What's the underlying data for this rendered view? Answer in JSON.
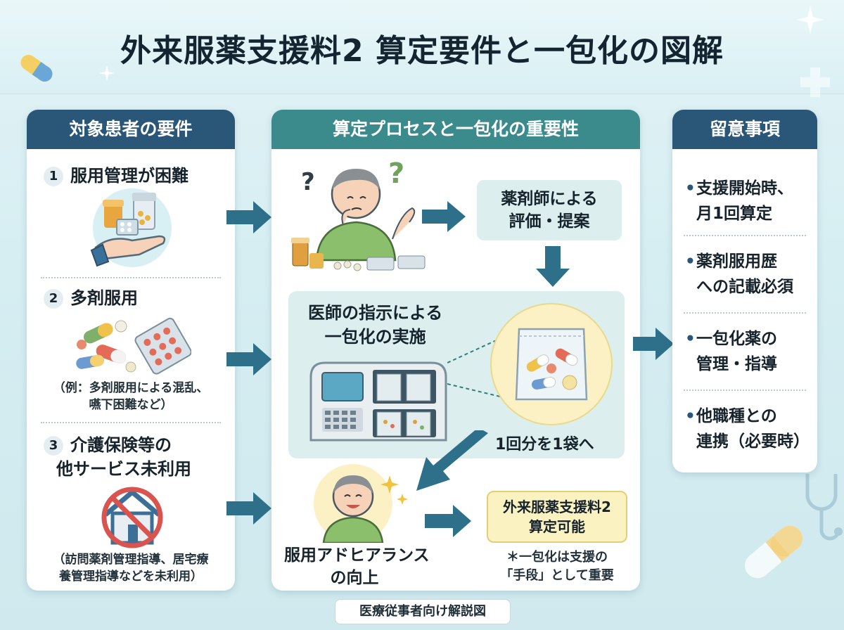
{
  "title": "外来服薬支援料2 算定要件と一包化の図解",
  "left_panel": {
    "heading": "対象患者の要件",
    "items": [
      {
        "number": "1",
        "label": "服用管理が困難"
      },
      {
        "number": "2",
        "label": "多剤服用",
        "note_line1": "（例：多剤服用による混乱、",
        "note_line2": "嚥下困難など）"
      },
      {
        "number": "3",
        "label_line1": "介護保険等の",
        "label_line2": "他サービス未利用",
        "note_line1": "（訪問薬剤管理指導、居宅療",
        "note_line2": "養管理指導などを未利用）"
      }
    ]
  },
  "center_panel": {
    "heading": "算定プロセスと一包化の重要性",
    "pharmacist_box_line1": "薬剤師による",
    "pharmacist_box_line2": "評価・提案",
    "packaging_title_line1": "医師の指示による",
    "packaging_title_line2": "一包化の実施",
    "packaging_caption": "1回分を1袋へ",
    "adherence_line1": "服用アドヒアランス",
    "adherence_line2": "の向上",
    "fee_box_line1": "外来服薬支援料2",
    "fee_box_line2": "算定可能",
    "footnote_line1": "＊一包化は支援の",
    "footnote_line2": "「手段」として重要"
  },
  "right_panel": {
    "heading": "留意事項",
    "bullets": [
      {
        "line1": "支援開始時、",
        "line2": "月1回算定"
      },
      {
        "line1": "薬剤服用歴",
        "line2": "への記載必須"
      },
      {
        "line1": "一包化薬の",
        "line2": "管理・指導"
      },
      {
        "line1": "他職種との",
        "line2": "連携（必要時）"
      }
    ]
  },
  "footer": "医療従事者向け解説図",
  "colors": {
    "navy": "#2a5677",
    "teal": "#3b8b8c",
    "arrow": "#2e6f8a",
    "fee_box": "#fbf2c2"
  }
}
